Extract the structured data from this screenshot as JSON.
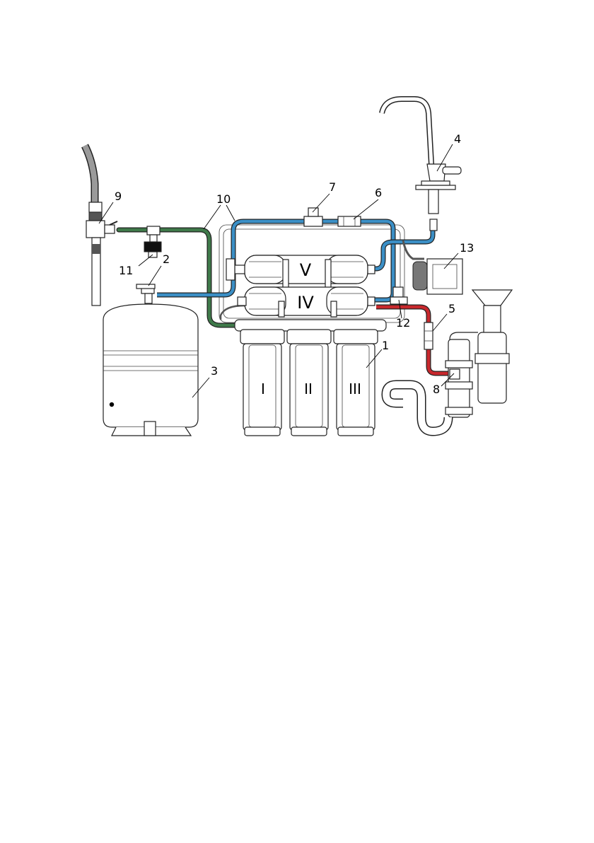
{
  "callouts": {
    "c1": "1",
    "c2": "2",
    "c3": "3",
    "c4": "4",
    "c5": "5",
    "c6": "6",
    "c7": "7",
    "c8": "8",
    "c9": "9",
    "c10": "10",
    "c11": "11",
    "c12": "12",
    "c13": "13"
  },
  "stages": {
    "s1": "I",
    "s2": "II",
    "s3": "III",
    "s4": "IV",
    "s5": "V"
  },
  "colors": {
    "feed_line": "#3f7a4a",
    "clean_line": "#3b8fc6",
    "drain_line": "#c8282d",
    "outline": "#222222",
    "background": "#ffffff"
  }
}
